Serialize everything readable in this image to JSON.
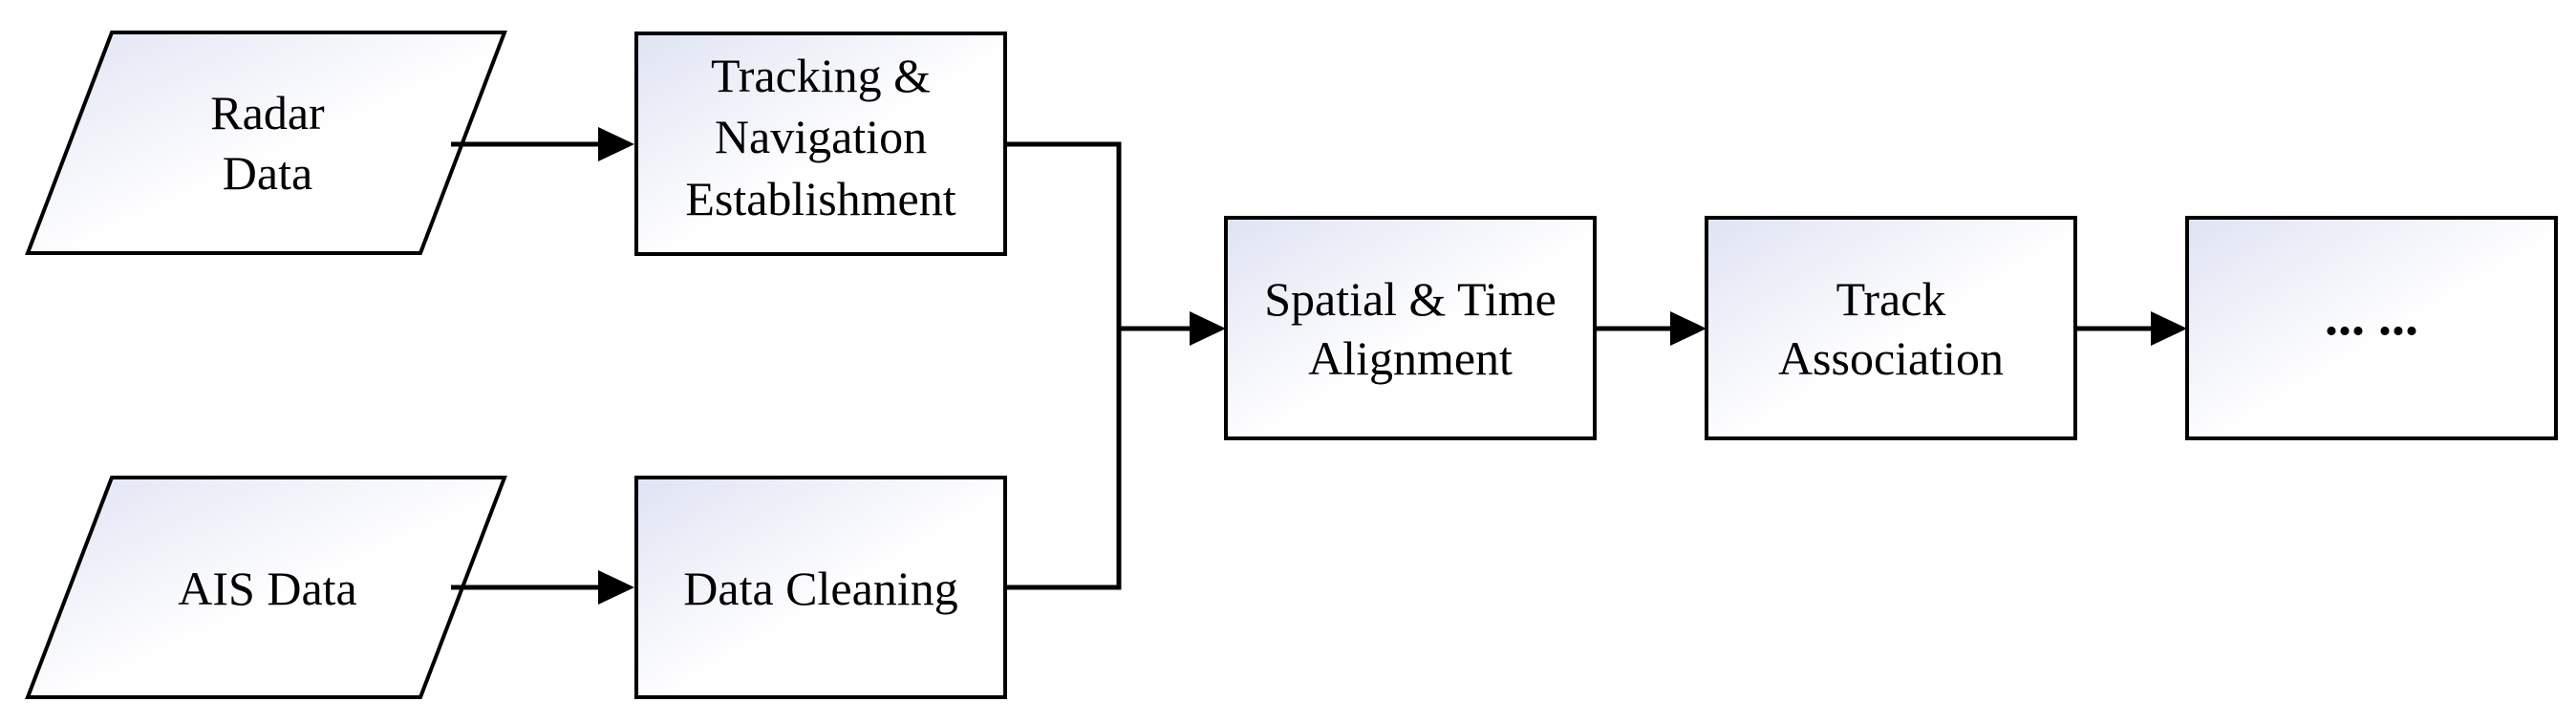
{
  "nodes": {
    "radar": {
      "line1": "Radar",
      "line2": "Data"
    },
    "ais": {
      "label": "AIS Data"
    },
    "tracking": {
      "line1": "Tracking &",
      "line2": "Navigation",
      "line3": "Establishment"
    },
    "cleaning": {
      "label": "Data Cleaning"
    },
    "alignment": {
      "line1": "Spatial & Time",
      "line2": "Alignment"
    },
    "association": {
      "line1": "Track",
      "line2": "Association"
    },
    "continuation": {
      "label": "... ..."
    }
  },
  "colors": {
    "fill_start": "#dfe3f3",
    "fill_end": "#ffffff",
    "stroke": "#000000"
  }
}
